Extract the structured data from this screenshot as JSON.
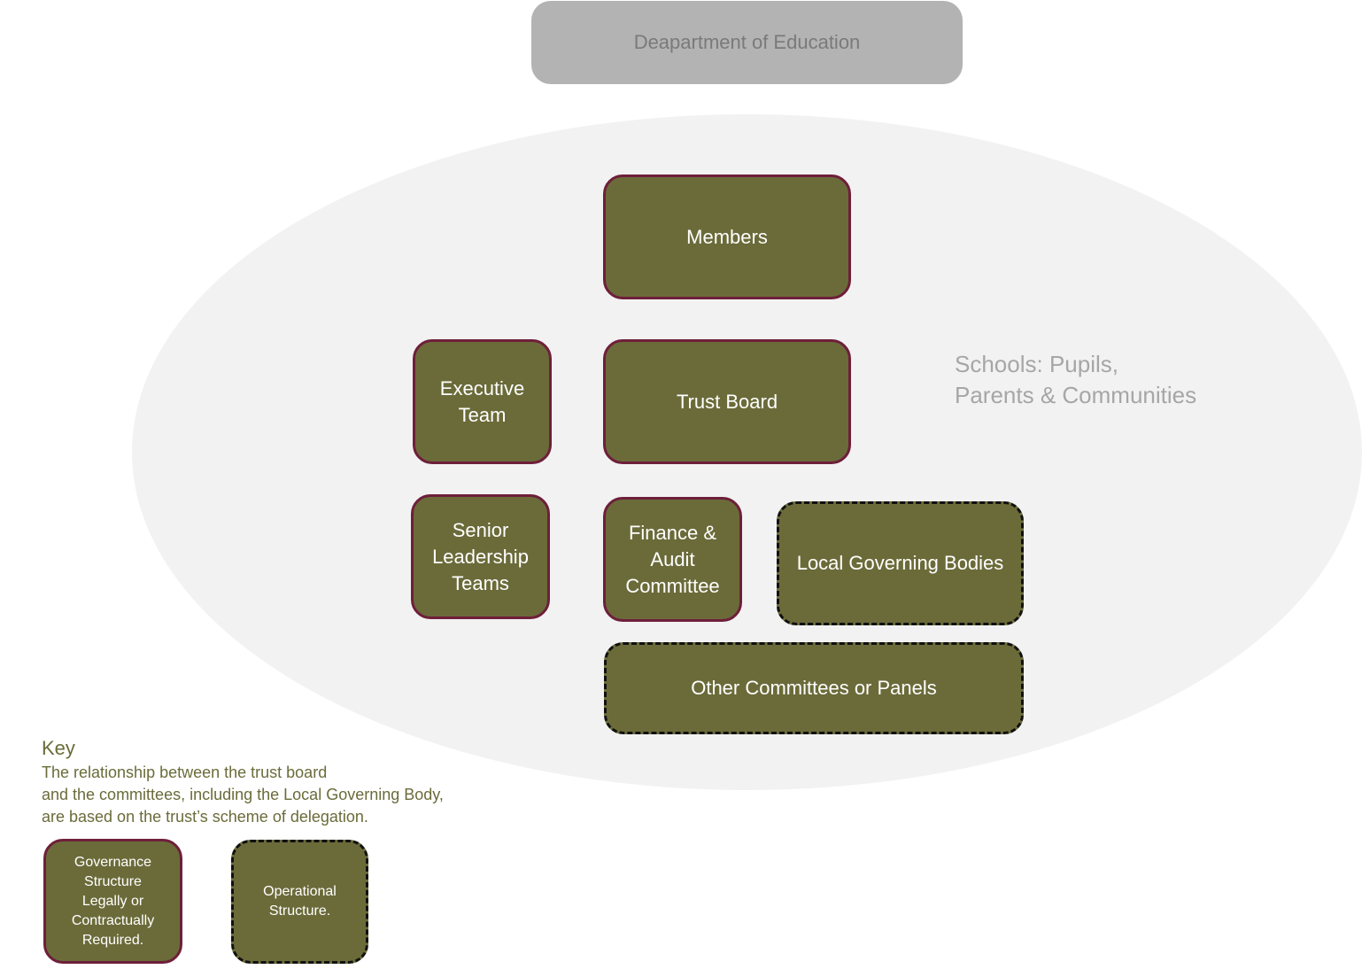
{
  "header": {
    "top_box": "Deapartment of Education"
  },
  "diagram": {
    "members": "Members",
    "executive_team": "Executive\nTeam",
    "trust_board": "Trust Board",
    "senior_leadership": "Senior\nLeadership\nTeams",
    "finance_audit": "Finance &\nAudit\nCommittee",
    "local_governing": "Local Governing Bodies",
    "other_committees": "Other Committees or Panels",
    "schools_label": "Schools: Pupils,\nParents & Communities"
  },
  "key": {
    "title": "Key",
    "description": "The relationship between the trust board\nand the committees, including the Local Governing Body,\nare based on the trust’s scheme of delegation.",
    "governance_legend": "Governance\nStructure\nLegally or\nContractually\nRequired.",
    "operational_legend": "Operational\nStructure."
  },
  "colors": {
    "node_fill": "#6b6b3a",
    "governance_border": "#6e1f3a",
    "operational_border": "#111111",
    "ellipse_fill": "#f2f2f2",
    "top_box_fill": "#b3b3b3"
  }
}
